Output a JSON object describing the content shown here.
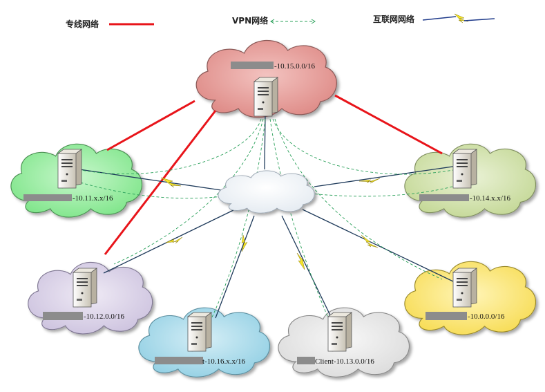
{
  "legend": {
    "dedicated_line": "专线网络",
    "vpn": "VPN网络",
    "internet": "互联网网络",
    "colors": {
      "dedicated_line": "#e8141a",
      "vpn": "#2aa05a",
      "internet_dark": "#1e3a8a",
      "internet_flash": "#f5e52b"
    }
  },
  "sites": {
    "hq": {
      "label": "-10.15.0.0/16",
      "cloud_color": "#e79b98"
    },
    "west": {
      "label": "-10.11.x.x/16",
      "cloud_color": "#8eec97"
    },
    "east": {
      "label": "-10.14.x.x/16",
      "cloud_color": "#cfe0a6"
    },
    "southwest": {
      "label": "-10.12.0.0/16",
      "cloud_color": "#d7cfe5"
    },
    "southeast": {
      "label": "-10.0.0.0/16",
      "cloud_color": "#fbe572"
    },
    "south1": {
      "label": "t-10.16.x.x/16",
      "cloud_color": "#a7d9ea"
    },
    "south2": {
      "label": "Client-10.13.0.0/16",
      "cloud_color": "#e8e8e8"
    }
  },
  "internet_cloud": {
    "color": "#ffffff"
  }
}
